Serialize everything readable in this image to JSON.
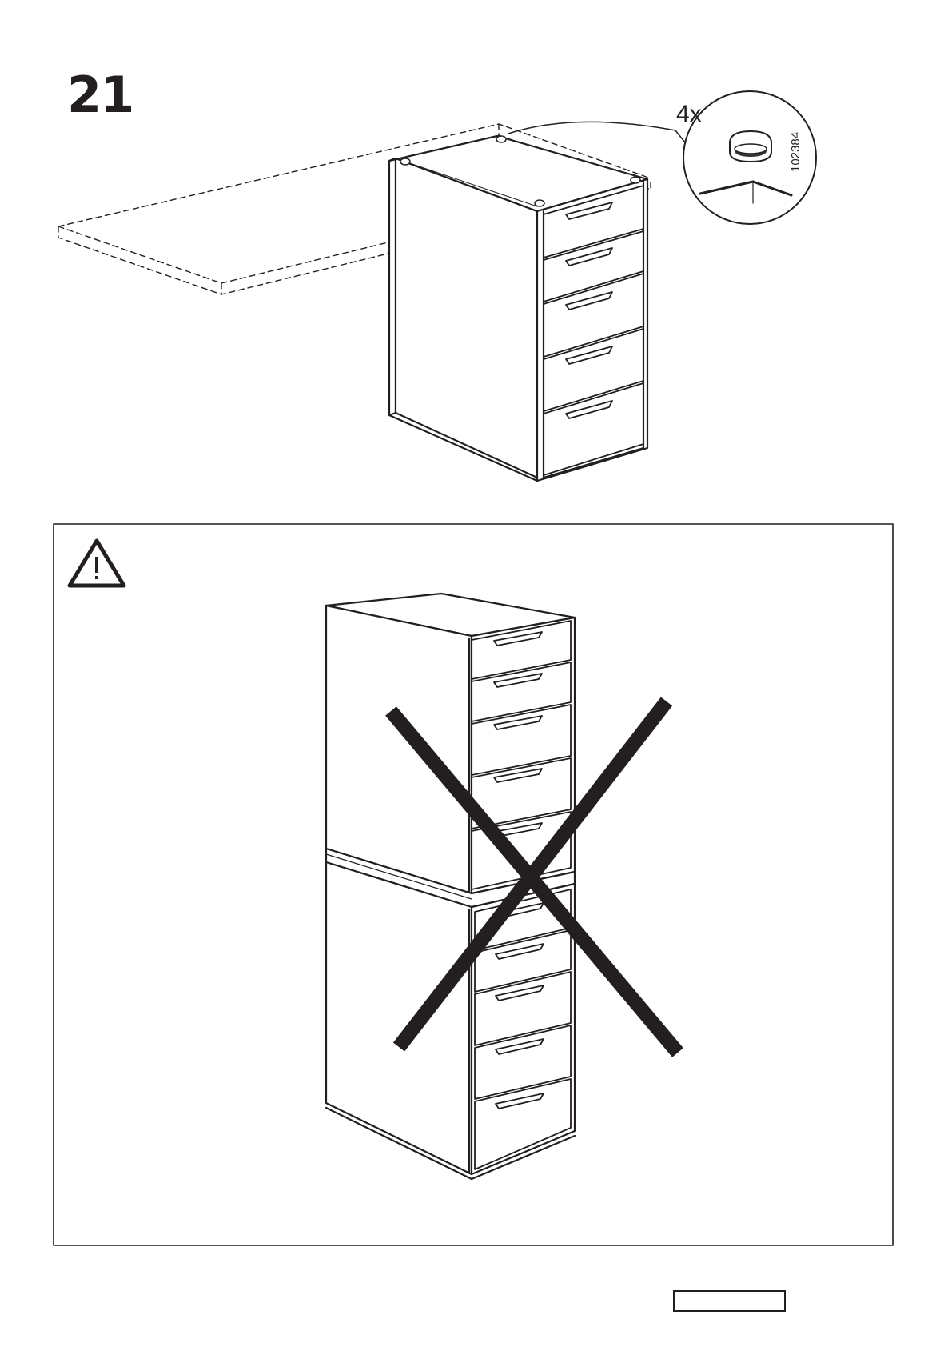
{
  "step": {
    "number": "21"
  },
  "callout": {
    "quantity": "4x",
    "part_number": "102384"
  },
  "warning_panel": {
    "icon": "warning-triangle-icon"
  },
  "colors": {
    "line": "#231f20",
    "background": "#ffffff"
  }
}
